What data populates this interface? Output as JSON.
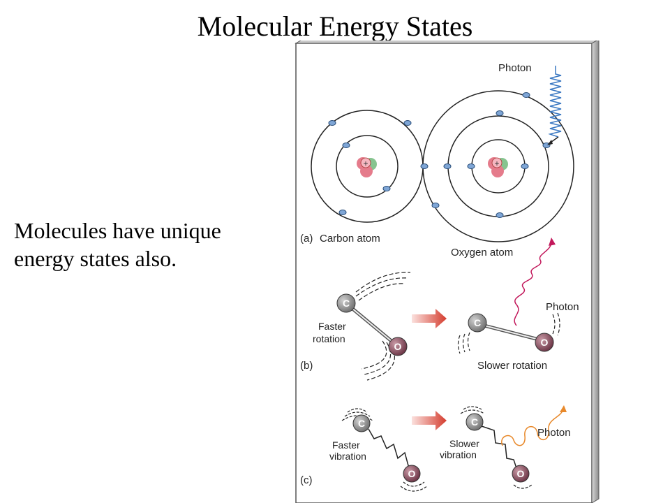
{
  "slide": {
    "title": "Molecular Energy States",
    "body_lines": [
      "Molecules have unique",
      "energy states also."
    ]
  },
  "figure": {
    "panel_a": {
      "tag": "(a)",
      "carbon_label": "Carbon atom",
      "oxygen_label": "Oxygen atom",
      "photon_label": "Photon",
      "nucleus_sign": "+"
    },
    "panel_b": {
      "tag": "(b)",
      "faster_line1": "Faster",
      "faster_line2": "rotation",
      "slower_label": "Slower rotation",
      "photon_label": "Photon",
      "atom_c": "C",
      "atom_o": "O"
    },
    "panel_c": {
      "tag": "(c)",
      "faster_line1": "Faster",
      "faster_line2": "vibration",
      "slower_line1": "Slower",
      "slower_line2": "vibration",
      "photon_label": "Photon",
      "atom_c": "C",
      "atom_o": "O"
    },
    "colors": {
      "electron": "#7fa6d6",
      "photon_blue": "#3a78c2",
      "photon_red": "#c2185b",
      "photon_orange": "#e8892b",
      "atom": "#8a8a8a",
      "oxygen_atom": "#8e5a6a",
      "arrow": "#d9534f"
    }
  }
}
